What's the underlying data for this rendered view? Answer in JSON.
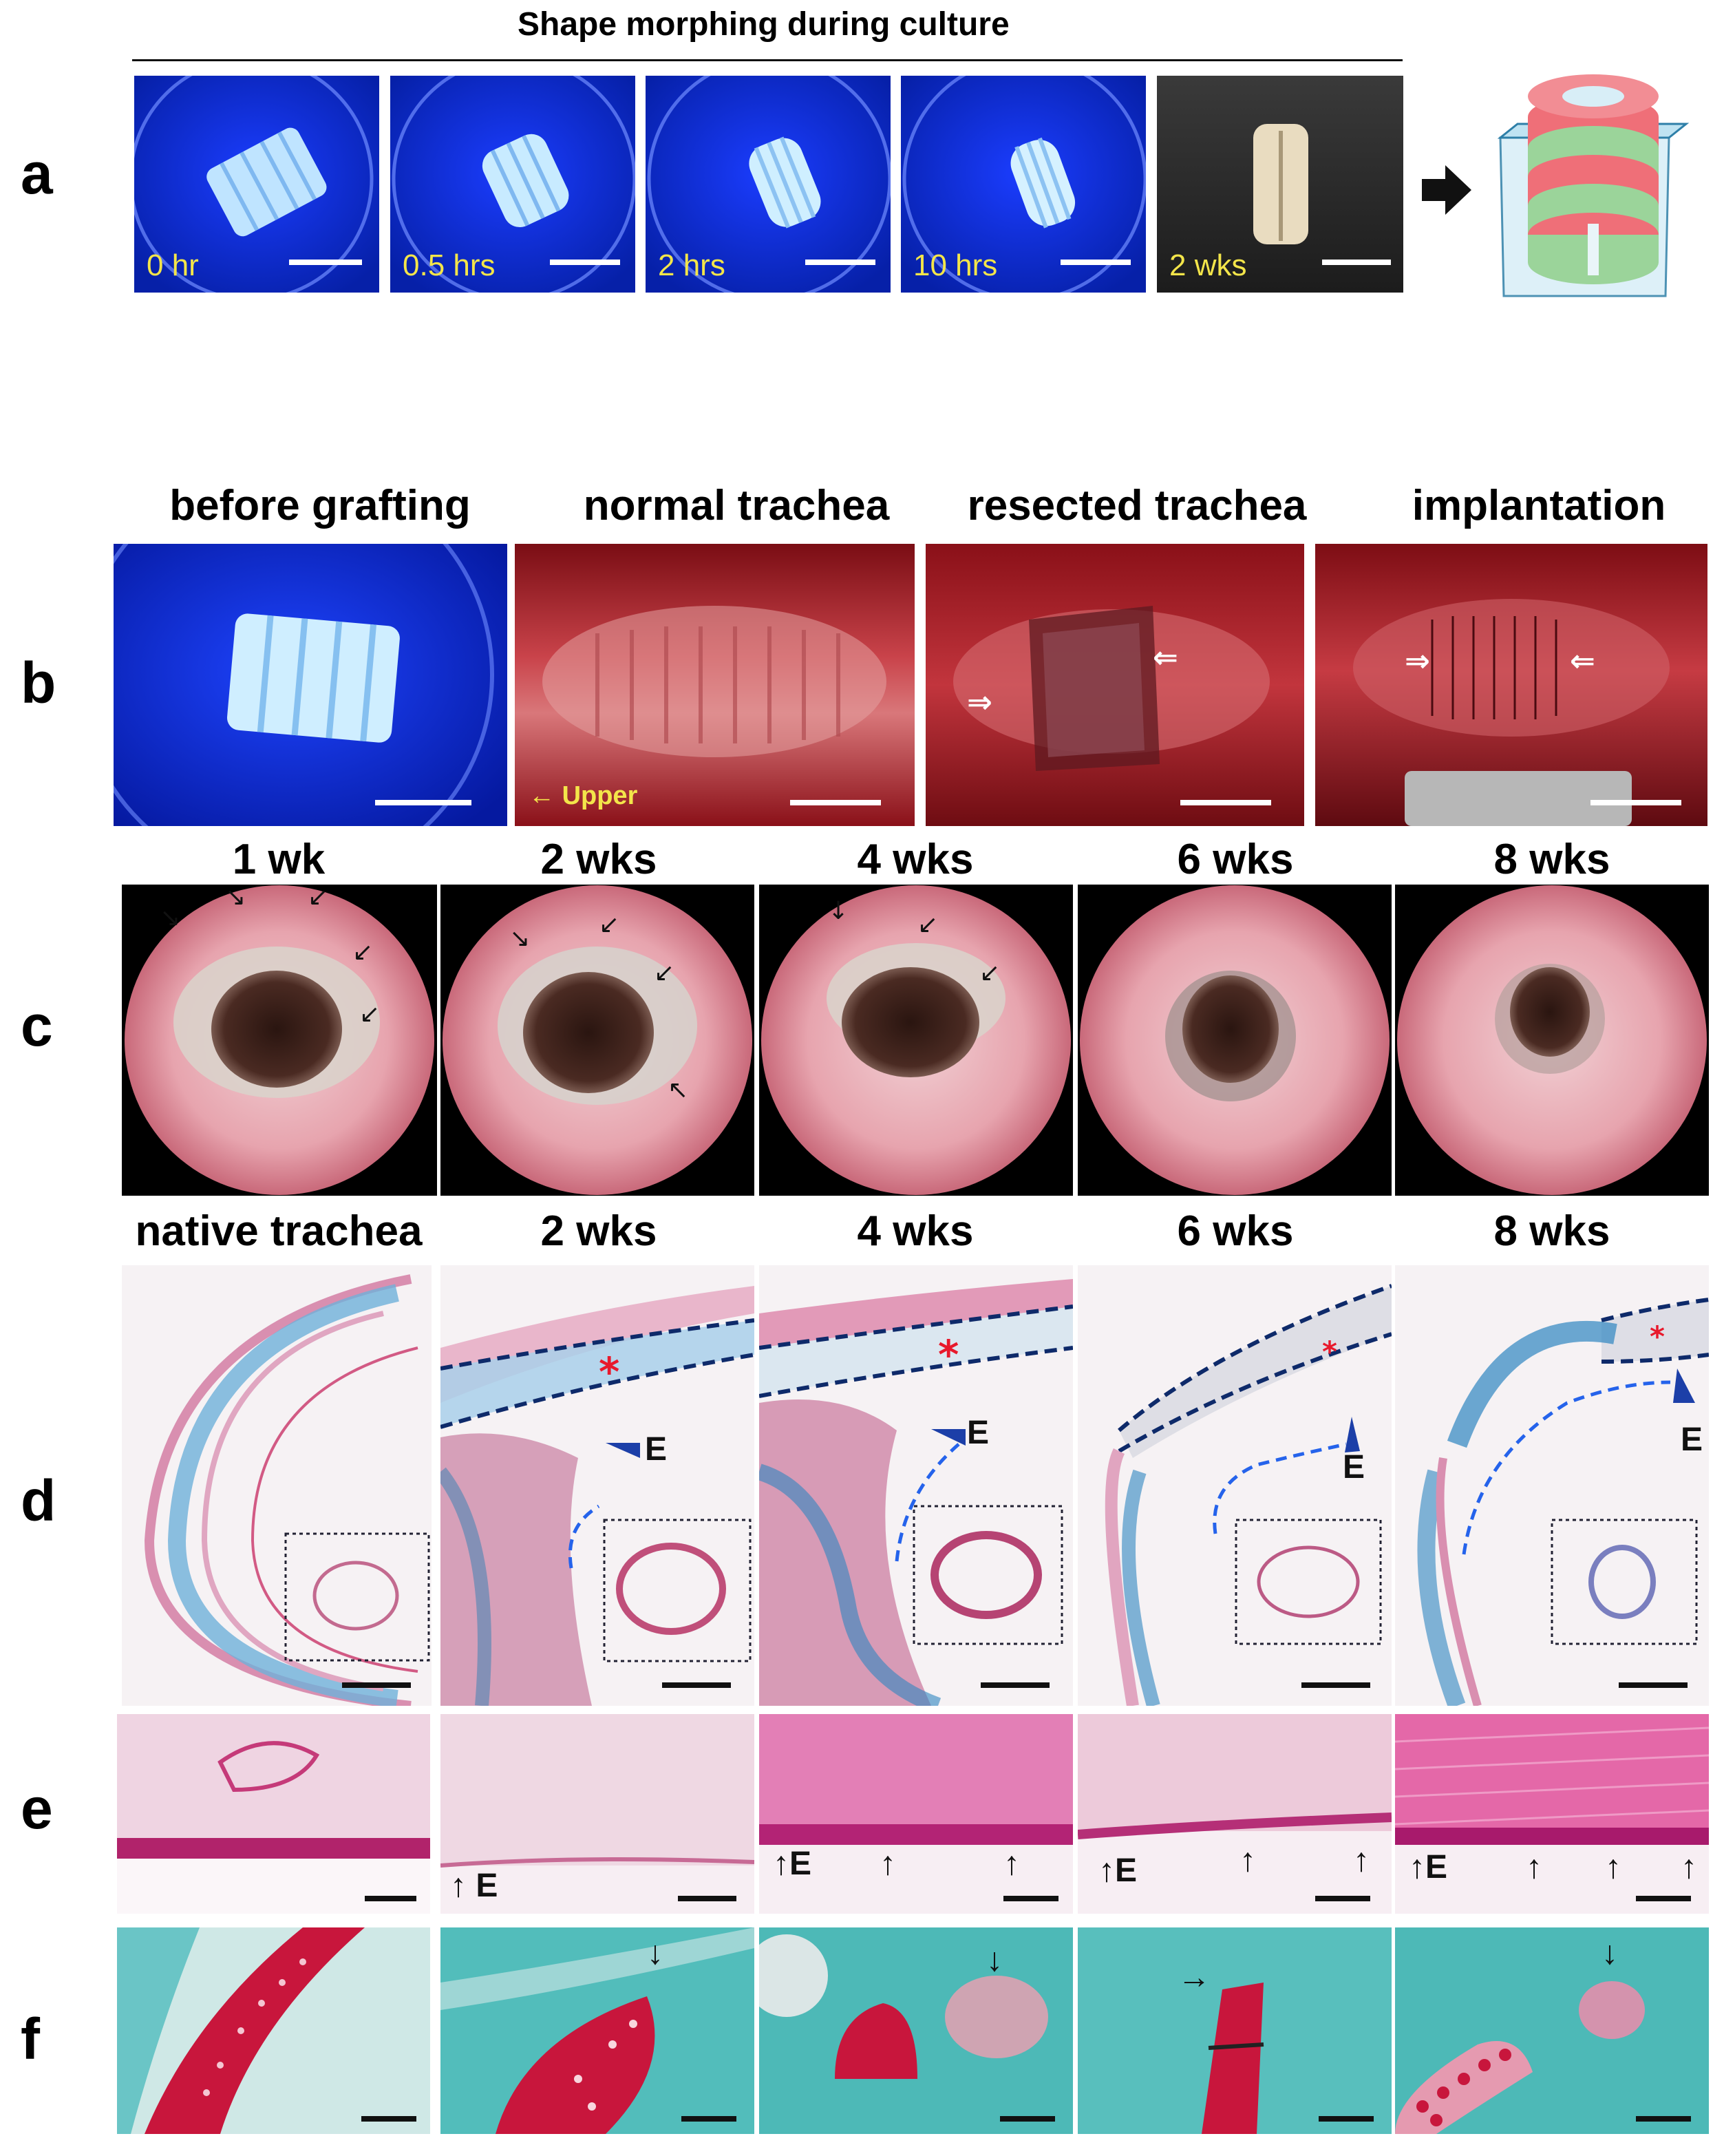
{
  "panel_a": {
    "letter": "a",
    "title": "Shape morphing during culture",
    "times": [
      "0 hr",
      "0.5 hrs",
      "2 hrs",
      "10 hrs",
      "2 wks"
    ]
  },
  "panel_b": {
    "letter": "b",
    "headers": [
      "before grafting",
      "normal trachea",
      "resected trachea",
      "implantation"
    ],
    "upper_label": "Upper"
  },
  "panel_c": {
    "letter": "c",
    "headers": [
      "1 wk",
      "2 wks",
      "4 wks",
      "6 wks",
      "8 wks"
    ]
  },
  "panel_d": {
    "letter": "d",
    "headers": [
      "native trachea",
      "2 wks",
      "4 wks",
      "6 wks",
      "8 wks"
    ],
    "asterisk": "*",
    "epithelium_label": "E"
  },
  "panel_e": {
    "letter": "e",
    "epithelium_label": "E"
  },
  "panel_f": {
    "letter": "f"
  },
  "colors": {
    "uv_blue": "#0a2fd6",
    "tissue_red": "#b3232c",
    "stain_pink": "#e8a9c2",
    "stain_blue": "#5aa7d6",
    "saf_teal": "#3fb7b8",
    "saf_red": "#c8163c",
    "time_yellow": "#f3e54a"
  }
}
